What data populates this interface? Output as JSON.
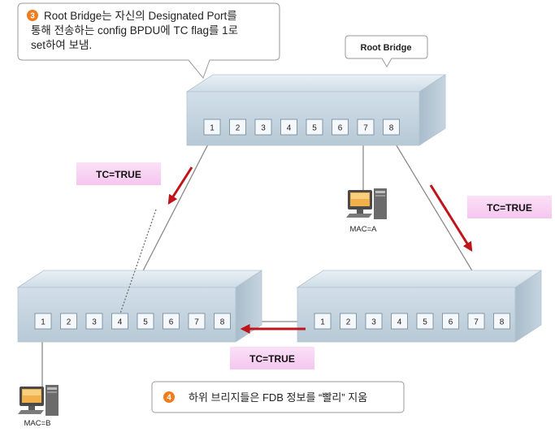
{
  "callout_top": {
    "step": "3",
    "line1": "Root Bridge는 자신의 Designated Port를",
    "line2": "통해 전송하는 config BPDU에 TC flag를 1로",
    "line3": "set하여 보냄."
  },
  "root_bridge_label": "Root Bridge",
  "switch_top": {
    "ports": [
      "1",
      "2",
      "3",
      "4",
      "5",
      "6",
      "7",
      "8"
    ]
  },
  "switch_left": {
    "ports": [
      "1",
      "2",
      "3",
      "4",
      "5",
      "6",
      "7",
      "8"
    ]
  },
  "switch_right": {
    "ports": [
      "1",
      "2",
      "3",
      "4",
      "5",
      "6",
      "7",
      "8"
    ]
  },
  "tc_labels": {
    "left": "TC=TRUE",
    "right": "TC=TRUE",
    "bottom": "TC=TRUE"
  },
  "hosts": {
    "a": "MAC=A",
    "b": "MAC=B"
  },
  "note_bottom": {
    "step": "4",
    "text": "하위 브리지들은 FDB 정보를 “빨리” 지움"
  },
  "colors": {
    "accent": "#f07c1e",
    "arrow": "#c0141b",
    "tc_bg": "#f9d3f3",
    "switch": "#c9d8e3"
  }
}
